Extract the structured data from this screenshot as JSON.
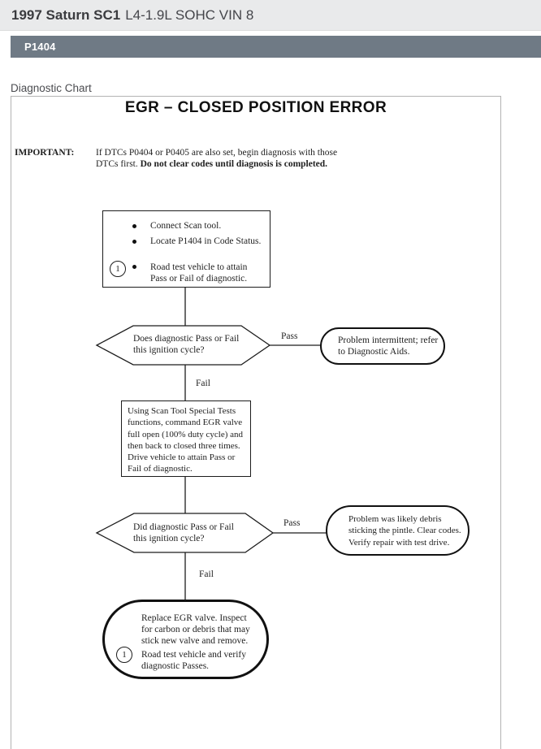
{
  "colors": {
    "topbar_bg": "#e9eaeb",
    "section_bar_bg": "#6f7a85",
    "section_bar_text": "#ffffff",
    "chart_border": "#b3b3b3",
    "flowchart_ink": "#1c1c1c"
  },
  "header": {
    "vehicle_title": "1997 Saturn SC1",
    "vehicle_subtitle": "L4-1.9L SOHC VIN 8"
  },
  "section": {
    "label": "P1404"
  },
  "page": {
    "chart_label": "Diagnostic Chart"
  },
  "flowchart": {
    "title": "EGR – CLOSED POSITION ERROR",
    "important": {
      "label": "IMPORTANT:",
      "text": "If DTCs P0404 or P0405 are also set, begin diagnosis with those DTCs first. ",
      "text_bold": "Do not clear codes until diagnosis is completed."
    },
    "step1": {
      "marker": "1",
      "items": [
        "Connect Scan tool.",
        "Locate P1404 in Code Status.",
        "Road test vehicle to attain Pass or Fail of diagnostic."
      ]
    },
    "decision1": {
      "question": "Does diagnostic Pass or Fail this ignition cycle?",
      "pass": "Pass",
      "fail": "Fail"
    },
    "terminal1": {
      "text": "Problem intermittent; refer to Diagnostic Aids."
    },
    "step2": {
      "text": "Using Scan Tool Special Tests functions, command EGR valve full open (100% duty cycle) and then back to closed three times. Drive vehicle to attain Pass or Fail of diagnostic."
    },
    "decision2": {
      "question": "Did diagnostic Pass or Fail this ignition cycle?",
      "pass": "Pass",
      "fail": "Fail"
    },
    "terminal2": {
      "text": "Problem was likely debris sticking the pintle. Clear codes. Verify repair with test drive."
    },
    "terminal3": {
      "marker": "1",
      "text": "Replace EGR valve. Inspect for carbon or debris that may stick new valve and remove.",
      "text2": "Road test vehicle and verify diagnostic Passes."
    }
  }
}
